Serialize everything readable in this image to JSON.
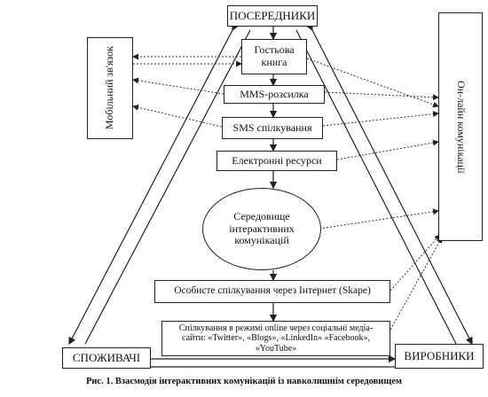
{
  "nodes": {
    "intermediaries": "ПОСЕРЕДНИКИ",
    "consumers": "СПОЖИВАЧІ",
    "producers": "ВИРОБНИКИ",
    "mobile": "Мобільний зв'язок",
    "online": "Он-лайн комунікації",
    "guestbook": "Гостьова книга",
    "mms": "MMS-розсилка",
    "sms": "SMS спілкування",
    "eresources": "Електронні ресурси",
    "environment": "Середовище інтерактивних комунікацій",
    "personal": "Особисте спілкування через Інтернет (Skape)",
    "social": "Спілкування в режимі online через соціальні медіа-сайти: «Twitter», «Blogs», «LinkedIn» «Facebook», «YouTube»"
  },
  "caption": "Рис. 1. Взаємодія інтерактивних комунікацій із навколишнім середовищем",
  "colors": {
    "line": "#222222",
    "background": "#ffffff"
  }
}
